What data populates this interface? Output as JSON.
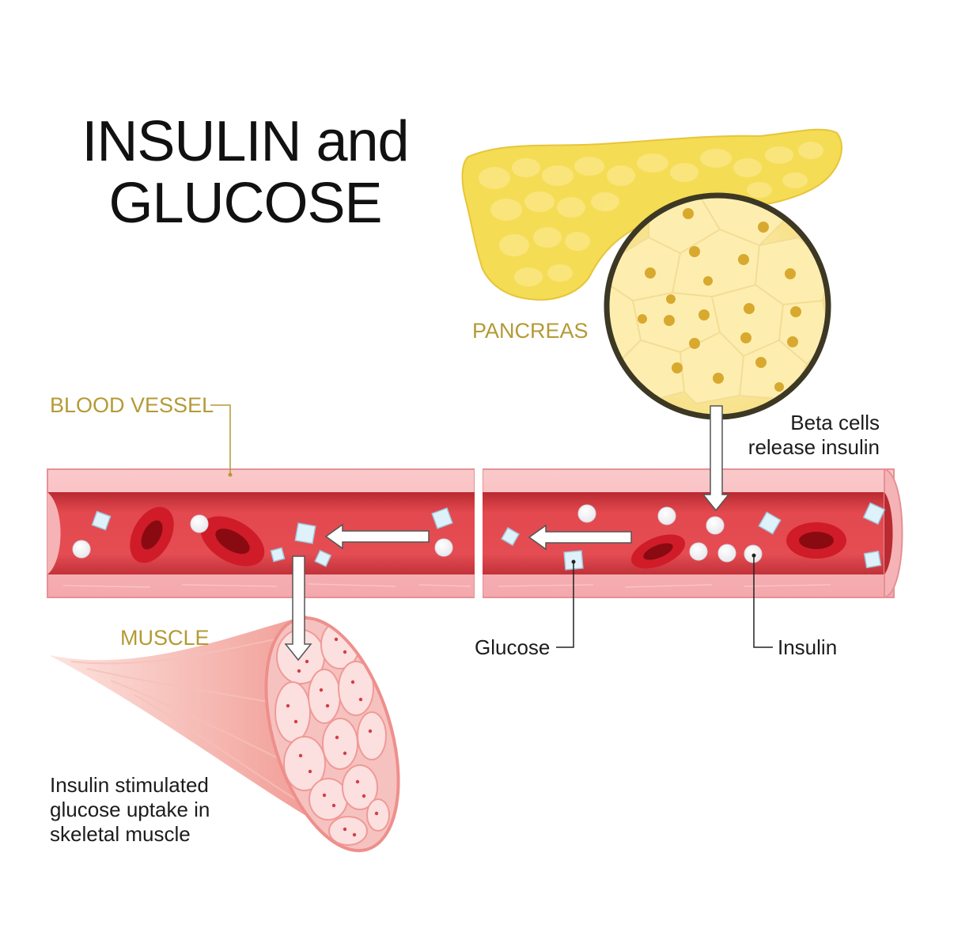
{
  "title": {
    "line1": "INSULIN and",
    "line2": "GLUCOSE"
  },
  "labels": {
    "pancreas": "PANCREAS",
    "blood_vessel": "BLOOD VESSEL",
    "muscle": "MUSCLE",
    "beta_line1": "Beta cells",
    "beta_line2": "release insulin",
    "glucose": "Glucose",
    "insulin": "Insulin",
    "uptake_line1": "Insulin stimulated",
    "uptake_line2": "glucose uptake in",
    "uptake_line3": "skeletal muscle"
  },
  "colors": {
    "label_gold": "#b49a35",
    "pancreas_yellow": "#f5dc55",
    "vessel_wall": "#f6b3b6",
    "vessel_lumen": "#e2474d",
    "red_cell": "#c0101c",
    "muscle_pink": "#f29a94"
  }
}
